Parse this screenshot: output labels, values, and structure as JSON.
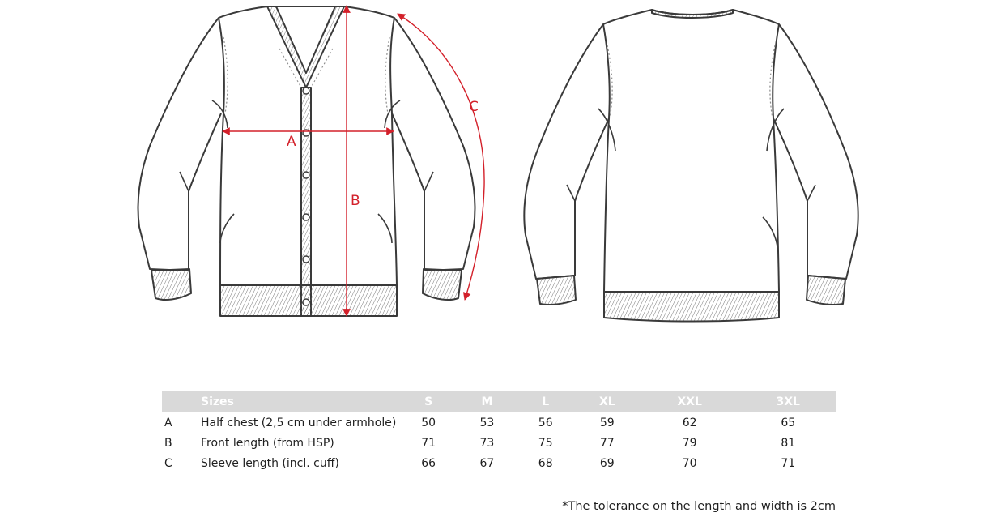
{
  "diagram": {
    "front_view": "cardigan-front",
    "back_view": "cardigan-back",
    "label_a": "A",
    "label_b": "B",
    "label_c": "C",
    "measure_color": "#d3202a",
    "outline_color": "#3a3a3a"
  },
  "table": {
    "header": {
      "sizes_label": "Sizes",
      "sizes": [
        "S",
        "M",
        "L",
        "XL",
        "XXL",
        "3XL"
      ]
    },
    "rows": [
      {
        "code": "A",
        "label": "Half chest (2,5 cm under armhole)",
        "values": [
          "50",
          "53",
          "56",
          "59",
          "62",
          "65"
        ]
      },
      {
        "code": "B",
        "label": "Front length (from HSP)",
        "values": [
          "71",
          "73",
          "75",
          "77",
          "79",
          "81"
        ]
      },
      {
        "code": "C",
        "label": "Sleeve length (incl. cuff)",
        "values": [
          "66",
          "67",
          "68",
          "69",
          "70",
          "71"
        ]
      }
    ],
    "header_bg": "#d9d9d9"
  },
  "footnote": "*The tolerance on the length and width is 2cm"
}
